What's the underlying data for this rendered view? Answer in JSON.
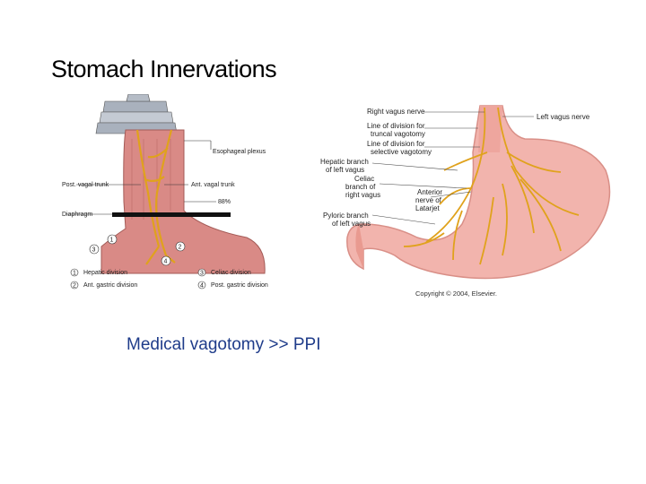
{
  "slide": {
    "title": "Stomach Innervations",
    "subtitle": "Medical vagotomy >> PPI"
  },
  "left_figure": {
    "labels": {
      "esophageal_plexus": "Esophageal plexus",
      "post_vagal_trunk": "Post. vagal trunk",
      "ant_vagal_trunk": "Ant. vagal trunk",
      "percent": "88%",
      "diaphragm": "Diaphragm"
    },
    "markers": [
      "1",
      "2",
      "3",
      "4"
    ],
    "legend": [
      {
        "num": "1",
        "text": "Hepatic division"
      },
      {
        "num": "2",
        "text": "Ant. gastric division"
      },
      {
        "num": "3",
        "text": "Celiac division"
      },
      {
        "num": "4",
        "text": "Post. gastric division"
      }
    ]
  },
  "right_figure": {
    "labels": {
      "right_vagus": "Right vagus nerve",
      "left_vagus": "Left vagus nerve",
      "truncal_1": "Line of division for",
      "truncal_2": "truncal vagotomy",
      "selective_1": "Line of division for",
      "selective_2": "selective vagotomy",
      "hepatic_1": "Hepatic branch",
      "hepatic_2": "of left vagus",
      "celiac_1": "Celiac",
      "celiac_2": "branch of",
      "celiac_3": "right vagus",
      "anterior_1": "Anterior",
      "anterior_2": "nerve of",
      "anterior_3": "Latarjet",
      "pyloric_1": "Pyloric branch",
      "pyloric_2": "of left vagus"
    },
    "copyright": "Copyright © 2004, Elsevier."
  }
}
